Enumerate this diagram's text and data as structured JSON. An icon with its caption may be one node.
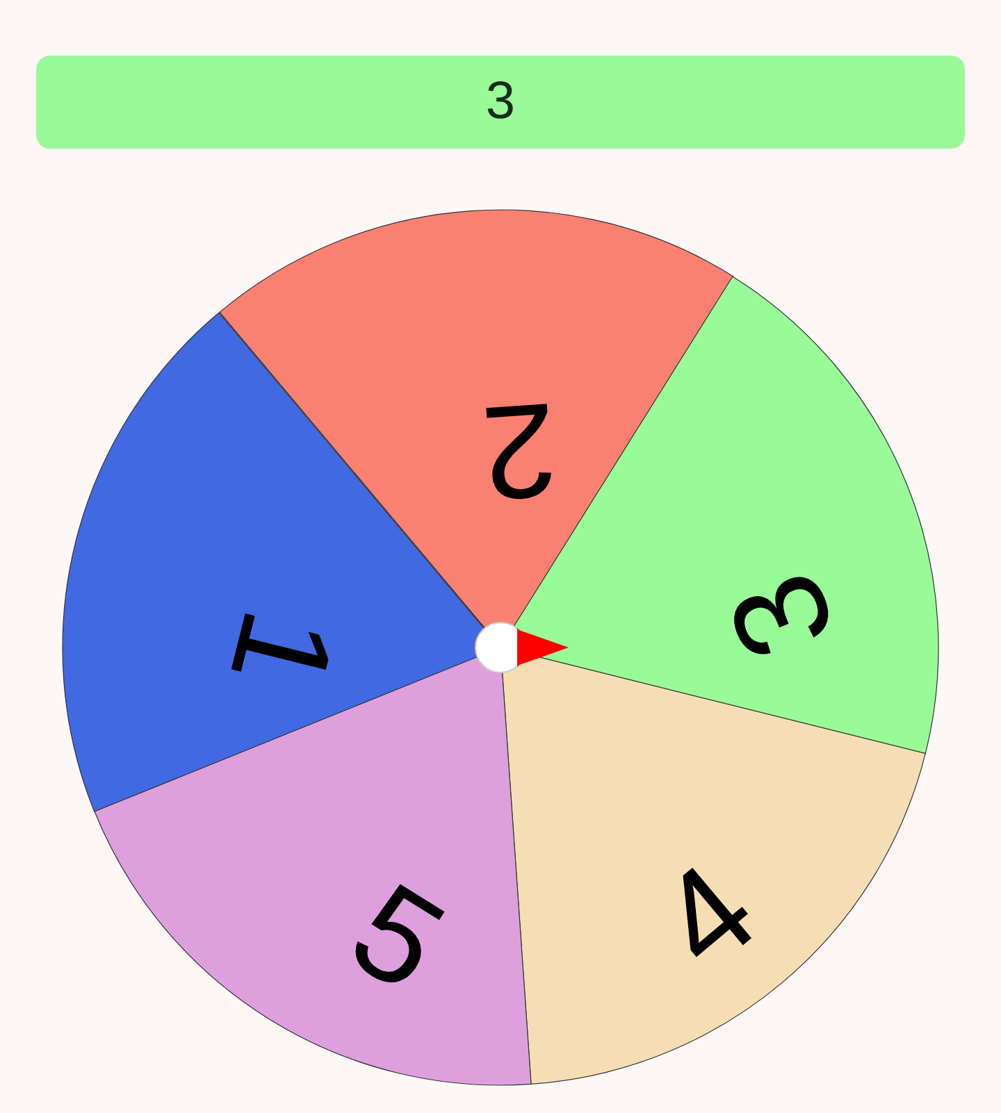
{
  "diagram": {
    "nodes": [
      {
        "text": [
          "3"
        ]
      },
      {
        "text": [
          "1"
        ]
      },
      {
        "text": [
          "2"
        ]
      },
      {
        "text": [
          "3"
        ]
      },
      {
        "text": [
          "4"
        ]
      },
      {
        "text": [
          "5"
        ]
      }
    ]
  }
}
